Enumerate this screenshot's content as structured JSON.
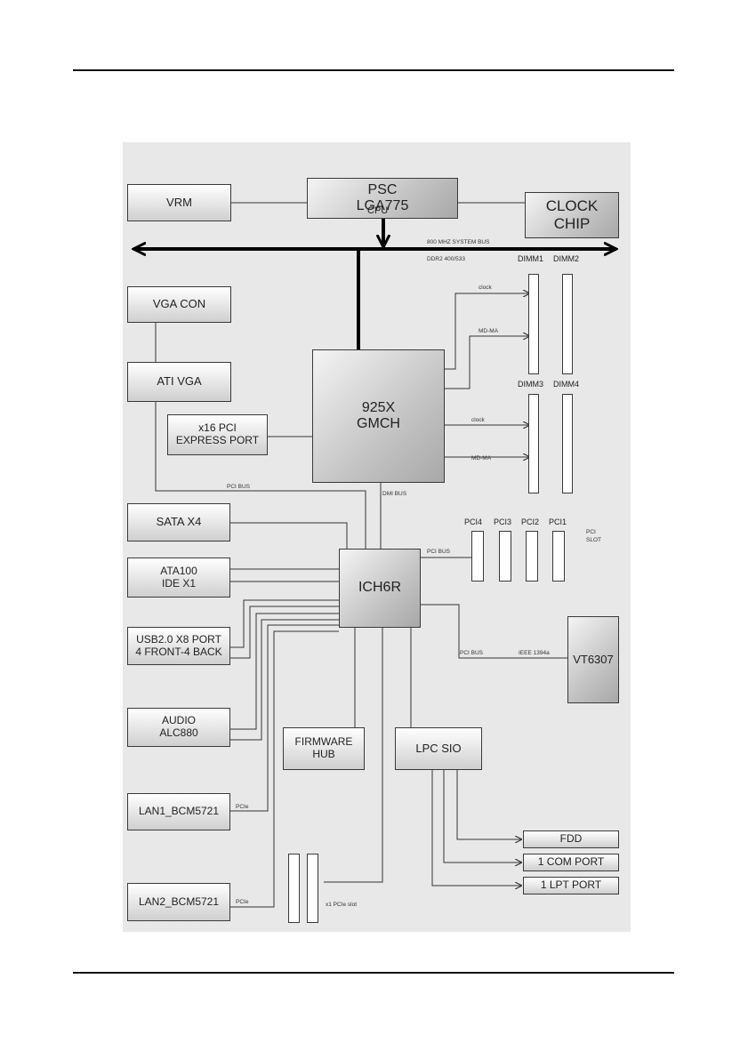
{
  "cpu": {
    "line1": "PSC",
    "line2": "LGA775",
    "label": "CPU"
  },
  "vrm": "VRM",
  "clock_chip": {
    "line1": "CLOCK",
    "line2": "CHIP"
  },
  "system_bus": "800 MHZ SYSTEM BUS",
  "ddr": "DDR2 400/533",
  "dimms": [
    "DIMM1",
    "DIMM2",
    "DIMM3",
    "DIMM4"
  ],
  "signals": {
    "clock_top": "clock",
    "md_ma_top": "MD-MA",
    "clock_bottom": "clock",
    "md_ma_bottom": "MD-MA"
  },
  "vga_con": "VGA CON",
  "ati_vga": "ATI VGA",
  "pcie_port": {
    "line1": "x16 PCI",
    "line2": "EXPRESS PORT"
  },
  "gmch": {
    "line1": "925X",
    "line2": "GMCH"
  },
  "pci_bus_vga": "PCI BUS",
  "dmi_bus": "DMI BUS",
  "sata": "SATA X4",
  "ata": {
    "line1": "ATA100",
    "line2": "IDE X1"
  },
  "usb": {
    "line1": "USB2.0 X8 PORT",
    "line2": "4 FRONT-4 BACK"
  },
  "audio": {
    "line1": "AUDIO",
    "line2": "ALC880"
  },
  "ich": "ICH6R",
  "pci_slots": [
    "PCI4",
    "PCI3",
    "PCI2",
    "PCI1"
  ],
  "pci_slot_label": {
    "line1": "PCI",
    "line2": "SLOT"
  },
  "pci_bus_slots": "PCI BUS",
  "pci_bus_vt": "PCI BUS",
  "ieee": "IEEE 1394a",
  "vt6307": "VT6307",
  "firmware": {
    "line1": "FIRMWARE",
    "line2": "HUB"
  },
  "lpc_sio": "LPC SIO",
  "lan1": "LAN1_BCM5721",
  "lan2": "LAN2_BCM5721",
  "pcie_lan1": "PCIe",
  "pcie_lan2": "PCIe",
  "x1_slot": "x1 PCIe slot",
  "fdd": "FDD",
  "com": "1 COM PORT",
  "lpt": "1 LPT PORT",
  "colors": {
    "background": "#e8e8e8",
    "box_border": "#3a3a3a",
    "line": "#333333",
    "bus": "#000000"
  }
}
